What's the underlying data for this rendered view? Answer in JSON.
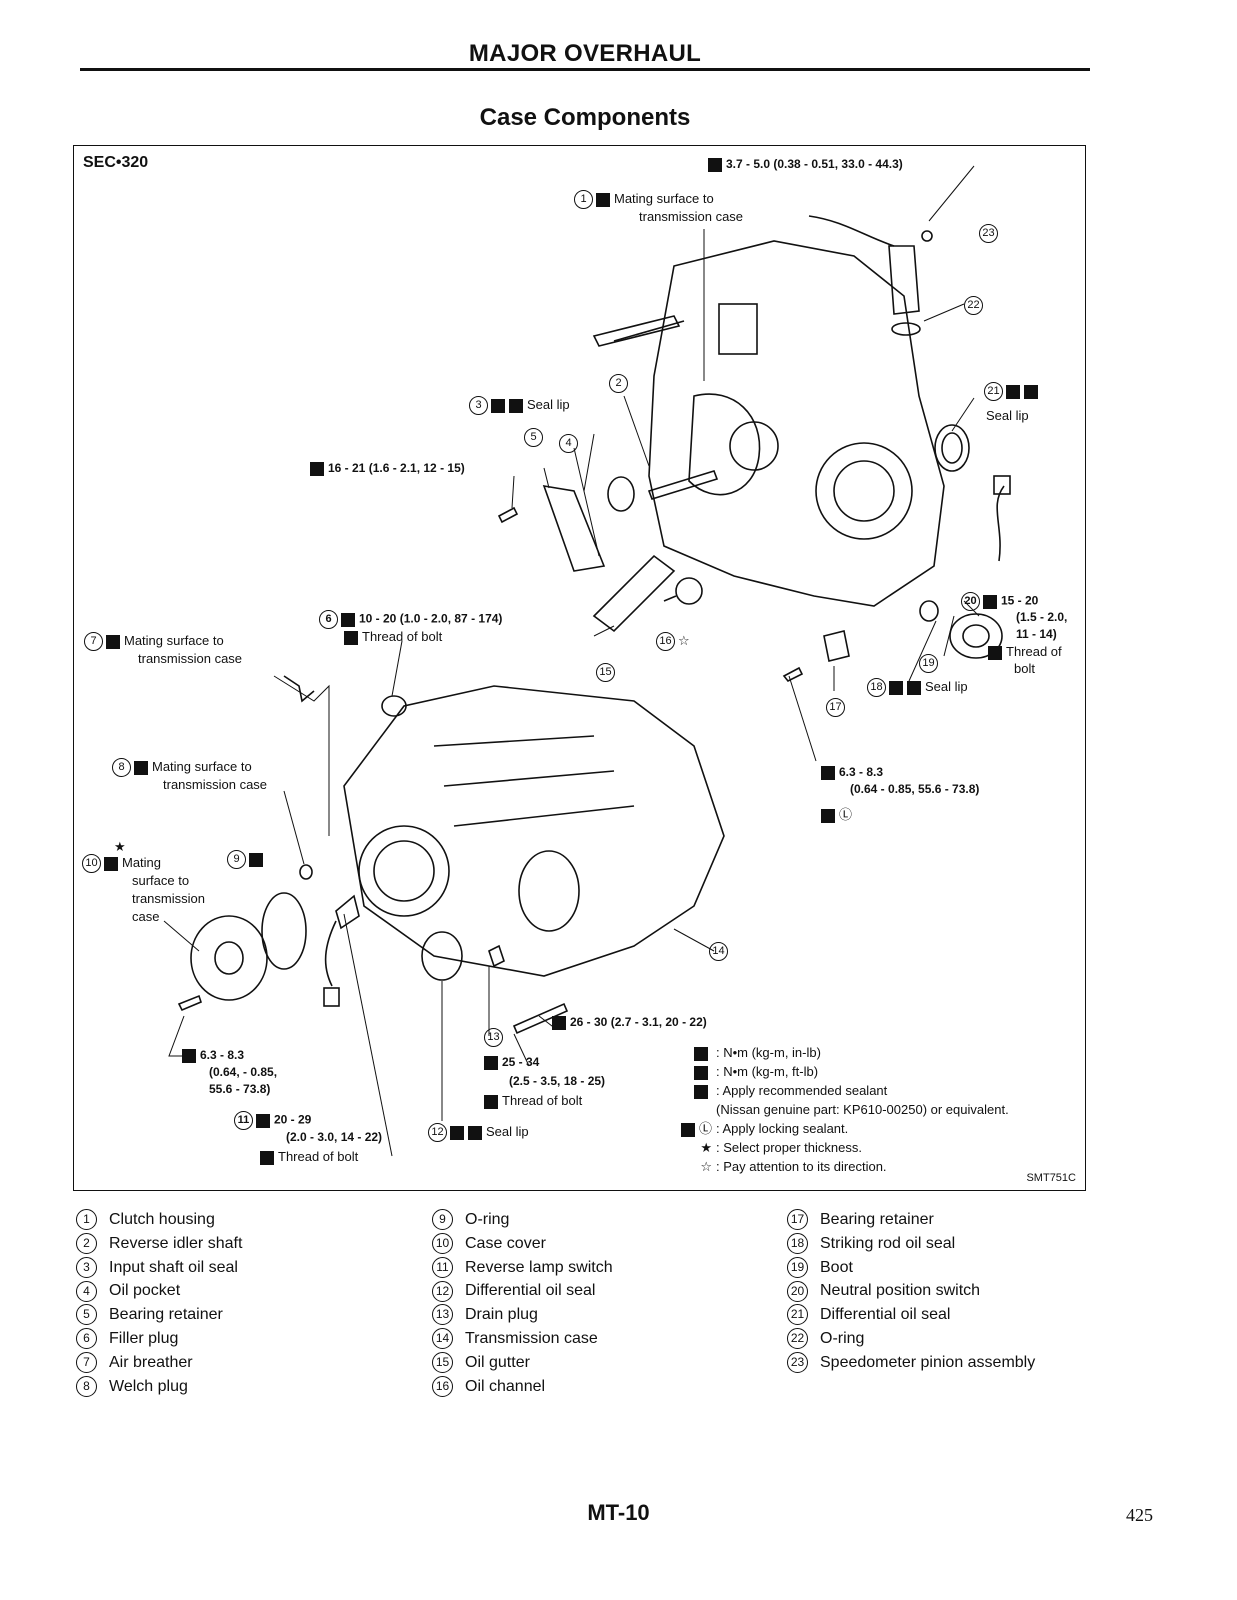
{
  "header": {
    "title": "MAJOR OVERHAUL",
    "subtitle": "Case Components"
  },
  "figure": {
    "section": "SEC•320",
    "code": "SMT751C",
    "callouts": {
      "c23_torque": "3.7 - 5.0 (0.38 - 0.51, 33.0 - 44.3)",
      "c1": "Mating surface to",
      "c1b": "transmission case",
      "c3": "Seal lip",
      "c16_torque": "16 - 21 (1.6 - 2.1, 12 - 15)",
      "c21": "Seal lip",
      "c6_torque": "10 - 20 (1.0 - 2.0, 87 - 174)",
      "c6_thread": "Thread of bolt",
      "c7": "Mating surface to",
      "c7b": "transmission case",
      "c20_a": "15 - 20",
      "c20_b": "(1.5 - 2.0,",
      "c20_c": "11 - 14)",
      "c20_d": "Thread of",
      "c20_e": "bolt",
      "c18": "Seal lip",
      "c17_a": "6.3 - 8.3",
      "c17_b": "(0.64 - 0.85, 55.6 - 73.8)",
      "c8": "Mating surface to",
      "c8b": "transmission case",
      "c10_a": "Mating",
      "c10_b": "surface to",
      "c10_c": "transmission",
      "c10_d": "case",
      "c14_torque": "26 - 30 (2.7 - 3.1, 20 - 22)",
      "cb_a": "6.3 - 8.3",
      "cb_b": "(0.64, - 0.85,",
      "cb_c": "55.6 - 73.8)",
      "c13_a": "25 - 34",
      "c13_b": "(2.5 - 3.5, 18 - 25)",
      "c13_c": "Thread of bolt",
      "c11_a": "20 - 29",
      "c11_b": "(2.0 - 3.0, 14 - 22)",
      "c11_c": "Thread of bolt",
      "c12": "Seal lip"
    },
    "legend": [
      {
        "symbol": "",
        "text": ": N•m (kg-m, in-lb)"
      },
      {
        "symbol": "",
        "text": ": N•m (kg-m, ft-lb)"
      },
      {
        "symbol": "",
        "text": ": Apply recommended sealant"
      },
      {
        "symbol": "",
        "text": "(Nissan genuine part: KP610-00250) or equivalent."
      },
      {
        "symbol": "Ⓛ",
        "text": ": Apply locking sealant."
      },
      {
        "symbol": "★",
        "text": ": Select proper thickness."
      },
      {
        "symbol": "☆",
        "text": ": Pay attention to its direction."
      }
    ]
  },
  "parts": [
    {
      "n": "1",
      "name": "Clutch housing"
    },
    {
      "n": "2",
      "name": "Reverse idler shaft"
    },
    {
      "n": "3",
      "name": "Input shaft oil seal"
    },
    {
      "n": "4",
      "name": "Oil pocket"
    },
    {
      "n": "5",
      "name": "Bearing retainer"
    },
    {
      "n": "6",
      "name": "Filler plug"
    },
    {
      "n": "7",
      "name": "Air breather"
    },
    {
      "n": "8",
      "name": "Welch plug"
    },
    {
      "n": "9",
      "name": "O-ring"
    },
    {
      "n": "10",
      "name": "Case cover"
    },
    {
      "n": "11",
      "name": "Reverse lamp switch"
    },
    {
      "n": "12",
      "name": "Differential oil seal"
    },
    {
      "n": "13",
      "name": "Drain plug"
    },
    {
      "n": "14",
      "name": "Transmission case"
    },
    {
      "n": "15",
      "name": "Oil gutter"
    },
    {
      "n": "16",
      "name": "Oil channel"
    },
    {
      "n": "17",
      "name": "Bearing retainer"
    },
    {
      "n": "18",
      "name": "Striking rod oil seal"
    },
    {
      "n": "19",
      "name": "Boot"
    },
    {
      "n": "20",
      "name": "Neutral position switch"
    },
    {
      "n": "21",
      "name": "Differential oil seal"
    },
    {
      "n": "22",
      "name": "O-ring"
    },
    {
      "n": "23",
      "name": "Speedometer pinion assembly"
    }
  ],
  "footer": {
    "code": "MT-10",
    "page": "425"
  }
}
